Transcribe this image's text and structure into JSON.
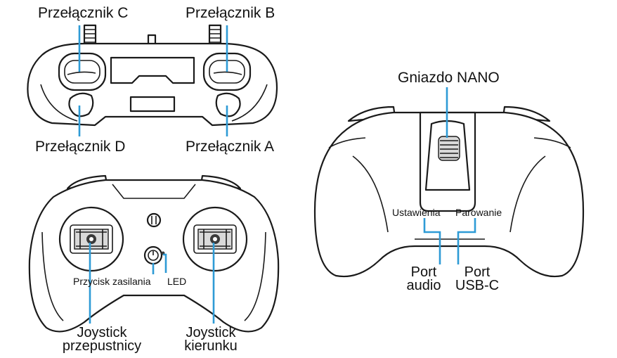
{
  "colors": {
    "pointer": "#2e9bd6",
    "outline": "#1a1a1a",
    "background": "#ffffff"
  },
  "top_view": {
    "switch_c": "Przełącznik C",
    "switch_b": "Przełącznik B",
    "switch_d": "Przełącznik D",
    "switch_a": "Przełącznik A"
  },
  "front_view": {
    "power_button": "Przycisk zasilania",
    "led": "LED",
    "throttle_joystick": [
      "Joystick",
      "przepustnicy"
    ],
    "direction_joystick": [
      "Joystick",
      "kierunku"
    ]
  },
  "back_view": {
    "nano_socket": "Gniazdo NANO",
    "settings": "Ustawienia",
    "pairing": "Parowanie",
    "audio_port": [
      "Port",
      "audio"
    ],
    "usbc_port": [
      "Port",
      "USB-C"
    ]
  }
}
